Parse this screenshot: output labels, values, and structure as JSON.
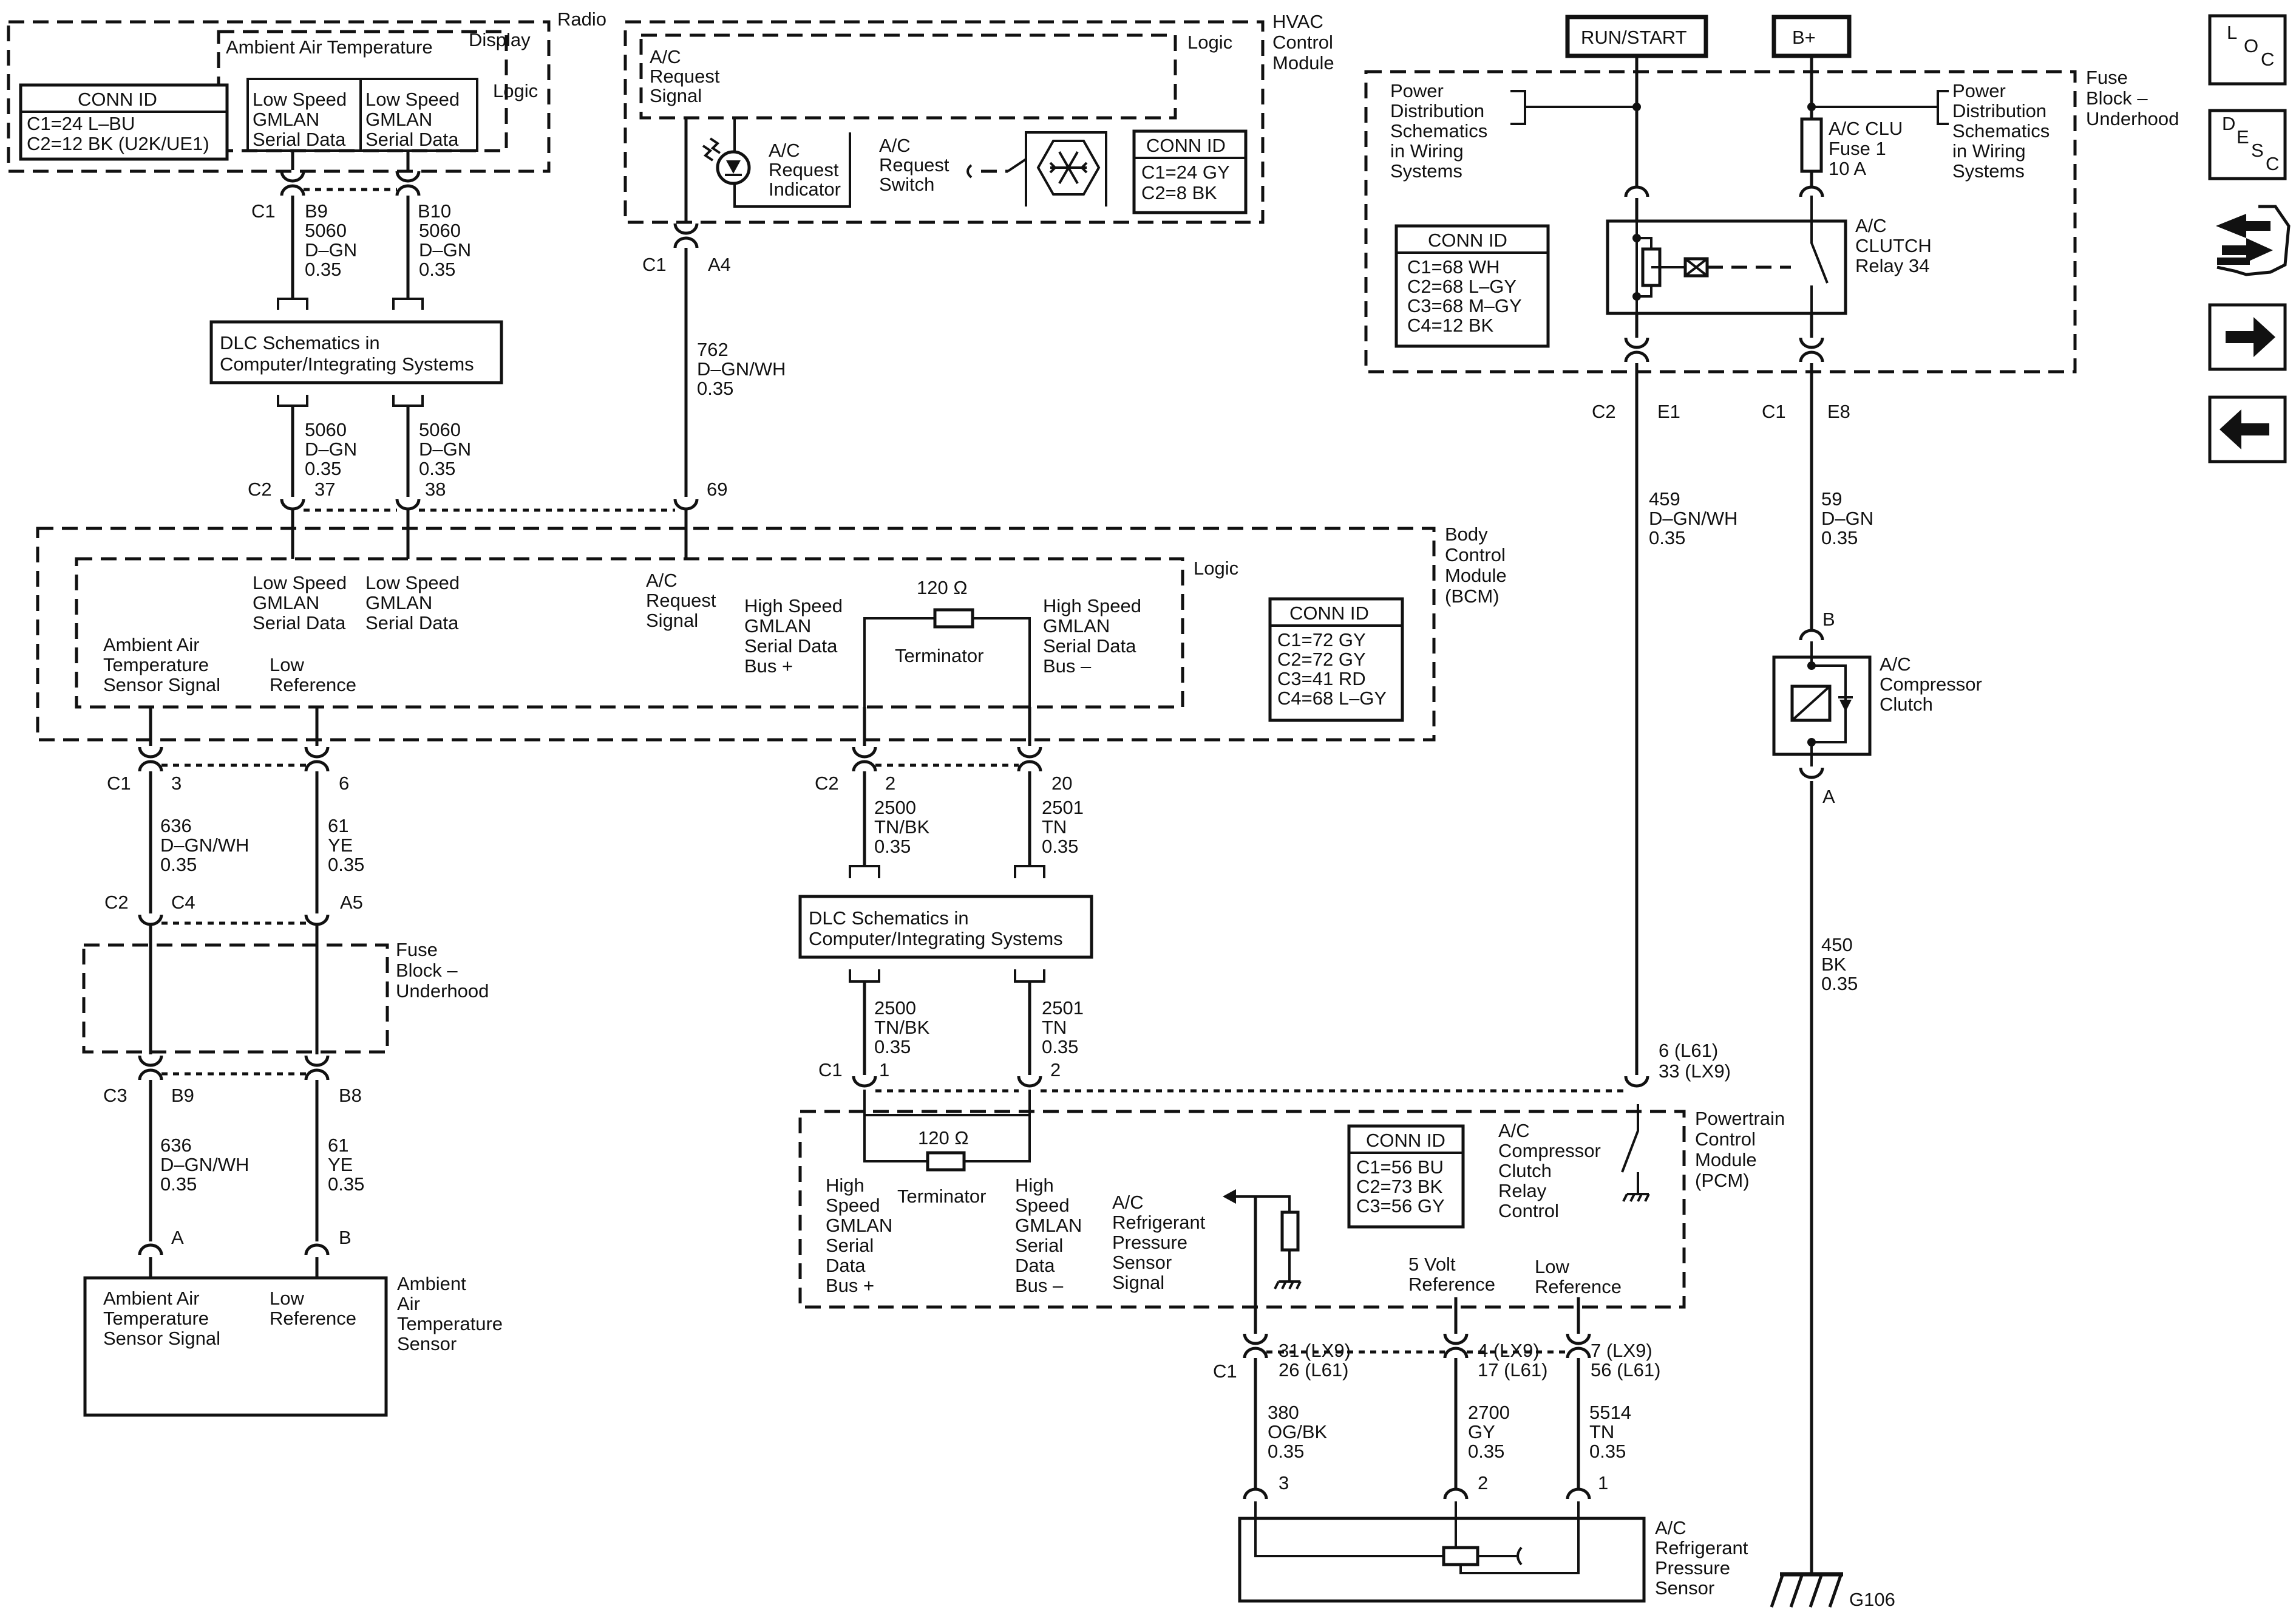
{
  "modules": {
    "radio": {
      "name": "Radio",
      "display": "Display",
      "logic": "Logic",
      "ambient_air_temperature": "Ambient Air Temperature",
      "low_speed_lines": [
        "Low Speed",
        "GMLAN",
        "Serial Data"
      ]
    },
    "hvac": {
      "name_lines": [
        "HVAC",
        "Control",
        "Module"
      ],
      "logic": "Logic",
      "request_signal_lines": [
        "A/C",
        "Request",
        "Signal"
      ],
      "indicator_lines": [
        "A/C",
        "Request",
        "Indicator"
      ],
      "switch_lines": [
        "A/C",
        "Request",
        "Switch"
      ]
    },
    "bcm": {
      "name_lines": [
        "Body",
        "Control",
        "Module",
        "(BCM)"
      ],
      "logic": "Logic",
      "low_speed_lines": [
        "Low Speed",
        "GMLAN",
        "Serial Data"
      ],
      "request_signal_lines": [
        "A/C",
        "Request",
        "Signal"
      ],
      "high_plus_lines": [
        "High Speed",
        "GMLAN",
        "Serial Data",
        "Bus +"
      ],
      "high_minus_lines": [
        "High Speed",
        "GMLAN",
        "Serial Data",
        "Bus –"
      ],
      "ambient_signal_lines": [
        "Ambient Air",
        "Temperature",
        "Sensor Signal"
      ],
      "low_reference_lines": [
        "Low",
        "Reference"
      ],
      "terminator_ohms": "120 Ω",
      "terminator": "Terminator"
    },
    "pcm": {
      "name_lines": [
        "Powertrain",
        "Control",
        "Module",
        "(PCM)"
      ],
      "terminator_ohms": "120 Ω",
      "terminator": "Terminator",
      "high_plus_lines": [
        "High",
        "Speed",
        "GMLAN",
        "Serial",
        "Data",
        "Bus +"
      ],
      "high_minus_lines": [
        "High",
        "Speed",
        "GMLAN",
        "Serial",
        "Data",
        "Bus –"
      ],
      "pressure_signal_lines": [
        "A/C",
        "Refrigerant",
        "Pressure",
        "Sensor",
        "Signal"
      ],
      "relay_control_lines": [
        "A/C",
        "Compressor",
        "Clutch",
        "Relay",
        "Control"
      ],
      "five_volt_lines": [
        "5 Volt",
        "Reference"
      ],
      "low_reference_lines": [
        "Low",
        "Reference"
      ]
    },
    "fuse_block_right": {
      "name_lines": [
        "Fuse",
        "Block –",
        "Underhood"
      ],
      "pds_left_lines": [
        "Power",
        "Distribution",
        "Schematics",
        "in Wiring",
        "Systems"
      ],
      "pds_right_lines": [
        "Power",
        "Distribution",
        "Schematics",
        "in Wiring",
        "Systems"
      ],
      "fuse_lines": [
        "A/C CLU",
        "Fuse 1",
        "10 A"
      ],
      "relay_lines": [
        "A/C",
        "CLUTCH",
        "Relay 34"
      ]
    },
    "fuse_block_left": {
      "name_lines": [
        "Fuse",
        "Block –",
        "Underhood"
      ]
    },
    "ambient_sensor": {
      "name_lines": [
        "Ambient",
        "Air",
        "Temperature",
        "Sensor"
      ],
      "signal_lines": [
        "Ambient Air",
        "Temperature",
        "Sensor Signal"
      ],
      "low_reference_lines": [
        "Low",
        "Reference"
      ]
    },
    "pressure_sensor": {
      "name_lines": [
        "A/C",
        "Refrigerant",
        "Pressure",
        "Sensor"
      ]
    },
    "compressor_clutch": {
      "name_lines": [
        "A/C",
        "Compressor",
        "Clutch"
      ]
    }
  },
  "power_labels": {
    "run_start": "RUN/START",
    "b_plus": "B+"
  },
  "conn_ids": {
    "title": "CONN ID",
    "radio": [
      "C1=24 L–BU",
      "C2=12 BK (U2K/UE1)"
    ],
    "hvac": [
      "C1=24 GY",
      "C2=8 BK"
    ],
    "fuse_block": [
      "C1=68 WH",
      "C2=68 L–GY",
      "C3=68 M–GY",
      "C4=12 BK"
    ],
    "bcm": [
      "C1=72 GY",
      "C2=72 GY",
      "C3=41 RD",
      "C4=68 L–GY"
    ],
    "pcm": [
      "C1=56 BU",
      "C2=73 BK",
      "C3=56 GY"
    ]
  },
  "dlc_boxes": {
    "lines": [
      "DLC Schematics in",
      "Computer/Integrating Systems"
    ]
  },
  "connectors": {
    "radio_c1": "C1",
    "radio_b9": "B9",
    "radio_b10": "B10",
    "hvac_c1": "C1",
    "hvac_a4": "A4",
    "bcm_c2_top": "C2",
    "bcm_37": "37",
    "bcm_38": "38",
    "bcm_69": "69",
    "bcm_c1": "C1",
    "bcm_3": "3",
    "bcm_6": "6",
    "bcm_c2_bot": "C2",
    "bcm_2": "2",
    "bcm_20": "20",
    "fb_c2": "C2",
    "fb_c4": "C4",
    "fb_a5": "A5",
    "fb_c3": "C3",
    "fb_b9": "B9",
    "fb_b8": "B8",
    "amb_a": "A",
    "amb_b": "B",
    "pcm_c1": "C1",
    "pcm_1": "1",
    "pcm_2": "2",
    "pcm_l61": "6 (L61)",
    "pcm_lx9": "33 (LX9)",
    "pcm_bot_c1": "C1",
    "pcm_31": "31 (LX9)",
    "pcm_26": "26 (L61)",
    "pcm_4": "4 (LX9)",
    "pcm_17": "17 (L61)",
    "pcm_7": "7 (LX9)",
    "pcm_56": "56 (L61)",
    "sensor_3": "3",
    "sensor_2": "2",
    "sensor_1": "1",
    "relay_c2": "C2",
    "relay_e1": "E1",
    "relay_c1": "C1",
    "relay_e8": "E8",
    "clutch_b": "B",
    "clutch_a": "A",
    "ground": "G106"
  },
  "wires": {
    "w5060a": [
      "5060",
      "D–GN",
      "0.35"
    ],
    "w5060b": [
      "5060",
      "D–GN",
      "0.35"
    ],
    "w5060c": [
      "5060",
      "D–GN",
      "0.35"
    ],
    "w5060d": [
      "5060",
      "D–GN",
      "0.35"
    ],
    "w762": [
      "762",
      "D–GN/WH",
      "0.35"
    ],
    "w636a": [
      "636",
      "D–GN/WH",
      "0.35"
    ],
    "w61a": [
      "61",
      "YE",
      "0.35"
    ],
    "w636b": [
      "636",
      "D–GN/WH",
      "0.35"
    ],
    "w61b": [
      "61",
      "YE",
      "0.35"
    ],
    "w2500a": [
      "2500",
      "TN/BK",
      "0.35"
    ],
    "w2501a": [
      "2501",
      "TN",
      "0.35"
    ],
    "w2500b": [
      "2500",
      "TN/BK",
      "0.35"
    ],
    "w2501b": [
      "2501",
      "TN",
      "0.35"
    ],
    "w459": [
      "459",
      "D–GN/WH",
      "0.35"
    ],
    "w59": [
      "59",
      "D–GN",
      "0.35"
    ],
    "w450": [
      "450",
      "BK",
      "0.35"
    ],
    "w380": [
      "380",
      "OG/BK",
      "0.35"
    ],
    "w2700": [
      "2700",
      "GY",
      "0.35"
    ],
    "w5514": [
      "5514",
      "TN",
      "0.35"
    ]
  },
  "nav": {
    "loc_letters": [
      "L",
      "O",
      "C"
    ],
    "desc_letters": [
      "D",
      "E",
      "S",
      "C"
    ],
    "swap_icon": "swap-arrows-wrench-icon",
    "next_icon": "arrow-right-icon",
    "prev_icon": "arrow-left-icon"
  }
}
